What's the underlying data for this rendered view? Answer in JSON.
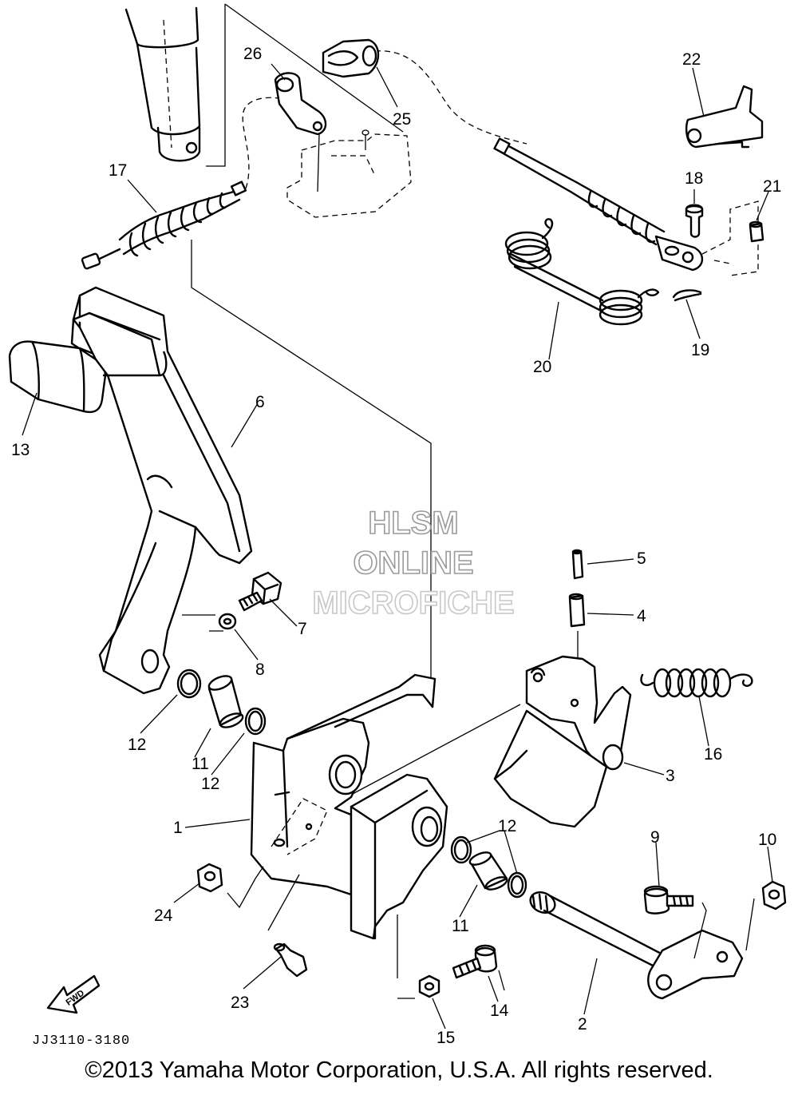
{
  "watermark": {
    "line1": "HLSM",
    "line2": "ONLINE",
    "line3": "MICROFICHE"
  },
  "fwd_label": "FWD",
  "diagram_code": "JJ3110-3180",
  "copyright": "©2013 Yamaha Motor Corporation, U.S.A. All rights reserved.",
  "callouts": {
    "c1": "1",
    "c2": "2",
    "c3": "3",
    "c4": "4",
    "c5": "5",
    "c6": "6",
    "c7": "7",
    "c8": "8",
    "c9": "9",
    "c10": "10",
    "c11a": "11",
    "c11b": "11",
    "c12a": "12",
    "c12b": "12",
    "c12c": "12",
    "c13": "13",
    "c14": "14",
    "c15": "15",
    "c16": "16",
    "c17": "17",
    "c18": "18",
    "c19": "19",
    "c20": "20",
    "c21": "21",
    "c22": "22",
    "c23": "23",
    "c24": "24",
    "c25": "25",
    "c26": "26"
  }
}
